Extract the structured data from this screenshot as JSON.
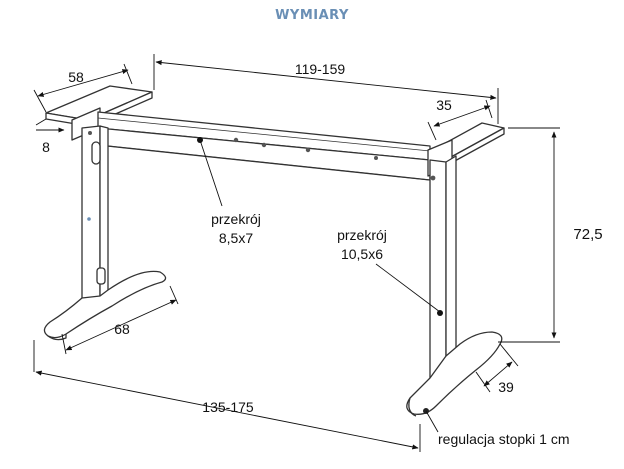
{
  "title": "WYMIARY",
  "dimensions": {
    "top_plate_length": "58",
    "top_plate_thickness": "8",
    "width_range": "119-159",
    "rail_width": "35",
    "height": "72,5",
    "foot_length": "68",
    "base_width_range": "135-175",
    "foot_height": "39"
  },
  "callouts": {
    "leg_section_label": "przekrój",
    "leg_section_value": "8,5x7",
    "beam_section_label": "przekrój",
    "beam_section_value": "10,5x6",
    "leveler_note": "regulacja stopki 1 cm"
  },
  "colors": {
    "title": "#6a8fb5",
    "outline": "#333333",
    "dimension_line": "#111111",
    "fill": "#ffffff"
  }
}
